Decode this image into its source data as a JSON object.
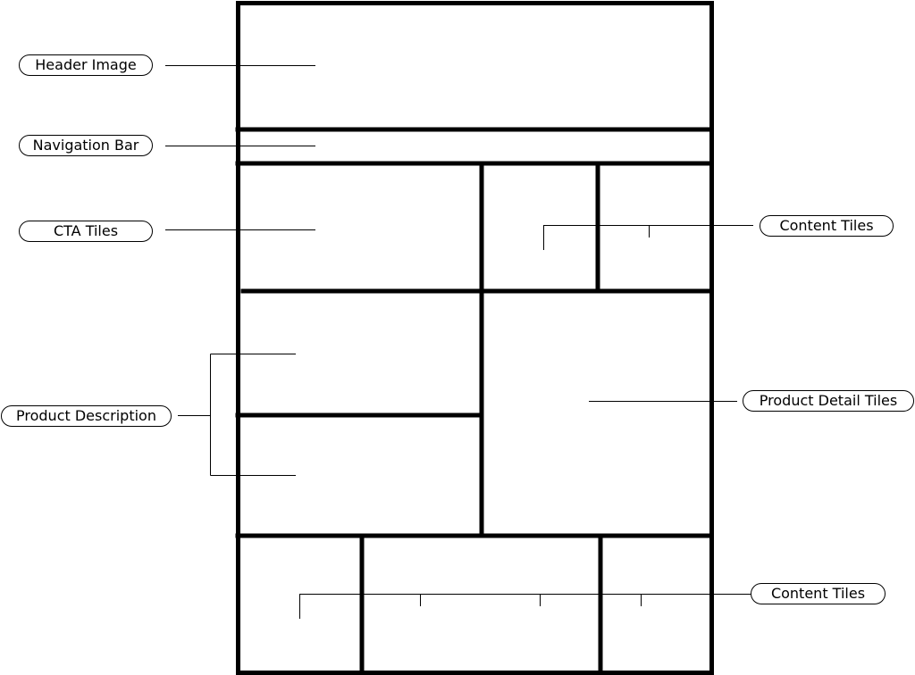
{
  "labels": {
    "header_image": "Header Image",
    "navigation_bar": "Navigation Bar",
    "cta_tiles": "CTA Tiles",
    "product_description": "Product Description",
    "content_tiles_top": "Content Tiles",
    "product_detail_tiles": "Product Detail Tiles",
    "content_tiles_bottom": "Content Tiles"
  },
  "colors": {
    "stroke": "#000000",
    "background": "#ffffff"
  }
}
